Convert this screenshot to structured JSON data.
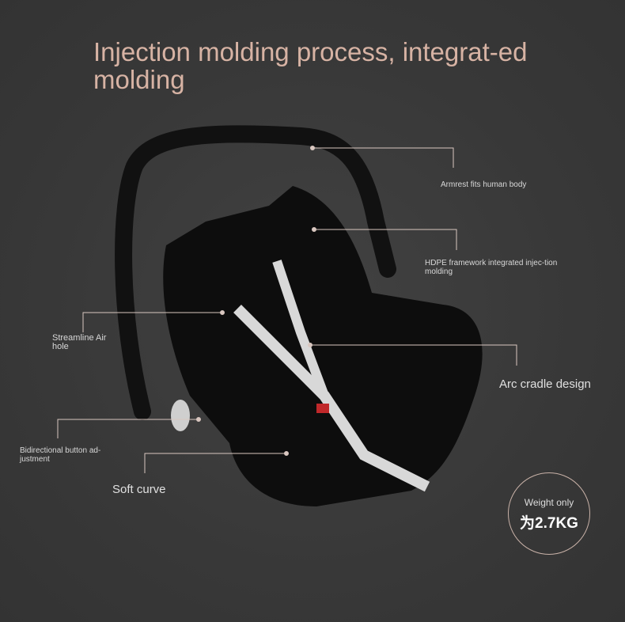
{
  "title": "Injection molding process, integrat-ed molding",
  "callouts": {
    "armrest": "Armrest fits human body",
    "hdpe": "HDPE framework integrated injec-tion molding",
    "air_hole": "Streamline Air hole",
    "arc": "Arc cradle design",
    "button": "Bidirectional button ad-justment",
    "soft": "Soft curve"
  },
  "badge": {
    "line1": "Weight only",
    "line2": "为2.7KG"
  },
  "colors": {
    "accent": "#d7b3a4",
    "background": "#3a3a3a"
  }
}
